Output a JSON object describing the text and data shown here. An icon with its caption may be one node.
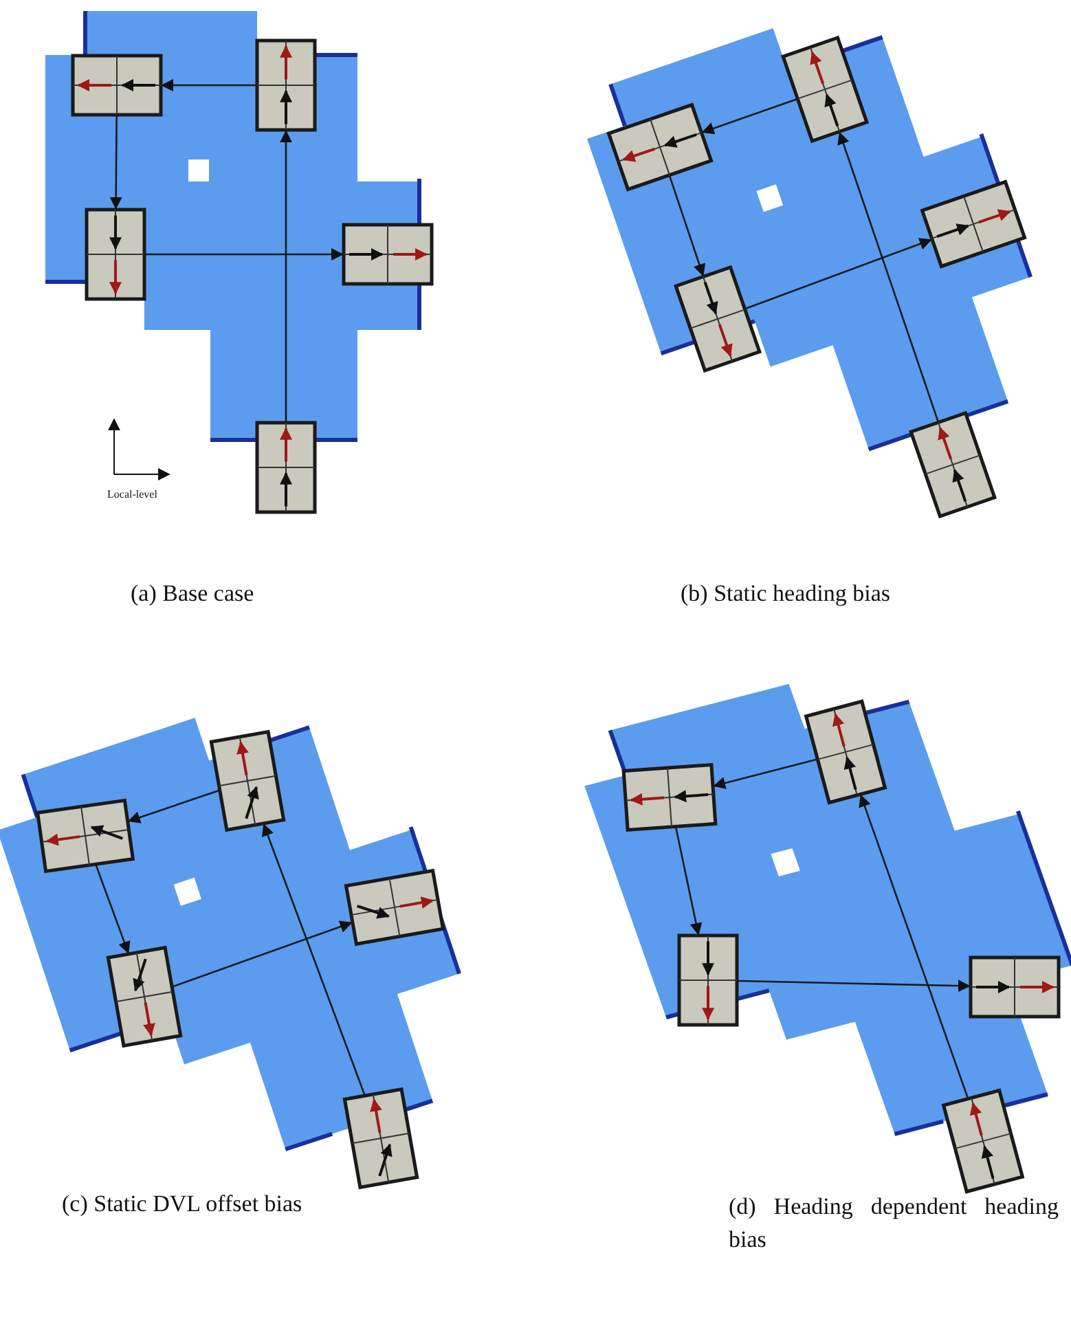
{
  "diagram": {
    "nodes": [
      {
        "text": [],
        "shape": "box"
      },
      {
        "text": [],
        "shape": "box"
      },
      {
        "text": [],
        "shape": "box"
      },
      {
        "text": [],
        "shape": "box"
      },
      {
        "text": [],
        "shape": "box"
      },
      {
        "text": [],
        "shape": "box"
      },
      {
        "text": [],
        "shape": "box"
      },
      {
        "text": [],
        "shape": "box"
      },
      {
        "text": [],
        "shape": "box"
      },
      {
        "text": [],
        "shape": "box"
      },
      {
        "text": [],
        "shape": "box"
      },
      {
        "text": [],
        "shape": "box"
      },
      {
        "text": [],
        "shape": "box"
      },
      {
        "text": [],
        "shape": "box"
      },
      {
        "text": [],
        "shape": "box"
      },
      {
        "text": [],
        "shape": "box"
      },
      {
        "text": [],
        "shape": "box"
      },
      {
        "text": [],
        "shape": "box"
      },
      {
        "text": [],
        "shape": "box"
      },
      {
        "text": [],
        "shape": "box"
      }
    ],
    "edges": [
      {
        "from": 4,
        "to": 0,
        "arrow": "to"
      },
      {
        "from": 0,
        "to": 1,
        "arrow": "to"
      },
      {
        "from": 1,
        "to": 2,
        "arrow": "to"
      },
      {
        "from": 2,
        "to": 3,
        "arrow": "to"
      },
      {
        "from": 9,
        "to": 5,
        "arrow": "to"
      },
      {
        "from": 5,
        "to": 6,
        "arrow": "to"
      },
      {
        "from": 6,
        "to": 7,
        "arrow": "to"
      },
      {
        "from": 7,
        "to": 8,
        "arrow": "to"
      },
      {
        "from": 14,
        "to": 10,
        "arrow": "to"
      },
      {
        "from": 10,
        "to": 11,
        "arrow": "to"
      },
      {
        "from": 11,
        "to": 12,
        "arrow": "to"
      },
      {
        "from": 12,
        "to": 13,
        "arrow": "to"
      },
      {
        "from": 19,
        "to": 15,
        "arrow": "to"
      },
      {
        "from": 15,
        "to": 16,
        "arrow": "to"
      },
      {
        "from": 16,
        "to": 17,
        "arrow": "to"
      },
      {
        "from": 17,
        "to": 18,
        "arrow": "to"
      }
    ],
    "labels": [
      "Local-level",
      "(a) Base case",
      "(b) Static heading bias",
      "(c) Static DVL offset bias",
      "(d) Heading dependent heading bias"
    ]
  }
}
